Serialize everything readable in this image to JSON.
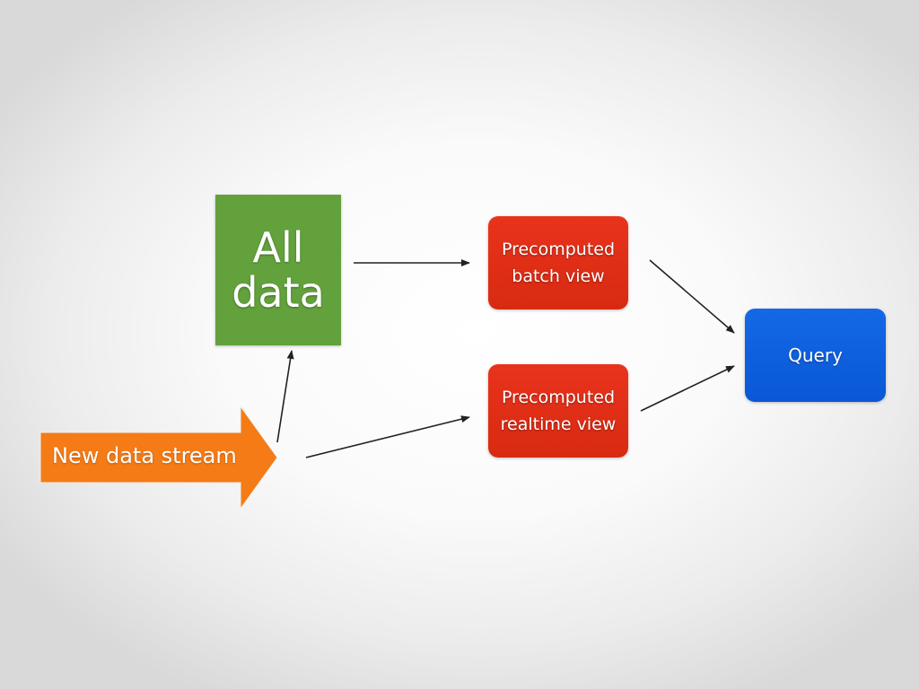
{
  "nodes": {
    "all_data": {
      "label": "All\ndata",
      "color": "#62a13c"
    },
    "batch_view": {
      "label": "Precomputed\nbatch view",
      "color": "#e0301a"
    },
    "realtime_view": {
      "label": "Precomputed\nrealtime view",
      "color": "#e0301a"
    },
    "query": {
      "label": "Query",
      "color": "#0f60de"
    },
    "new_data_stream": {
      "label": "New data stream",
      "color": "#f57b16"
    }
  },
  "edges": [
    {
      "from": "new_data_stream",
      "to": "all_data"
    },
    {
      "from": "new_data_stream",
      "to": "realtime_view"
    },
    {
      "from": "all_data",
      "to": "batch_view"
    },
    {
      "from": "batch_view",
      "to": "query"
    },
    {
      "from": "realtime_view",
      "to": "query"
    }
  ]
}
